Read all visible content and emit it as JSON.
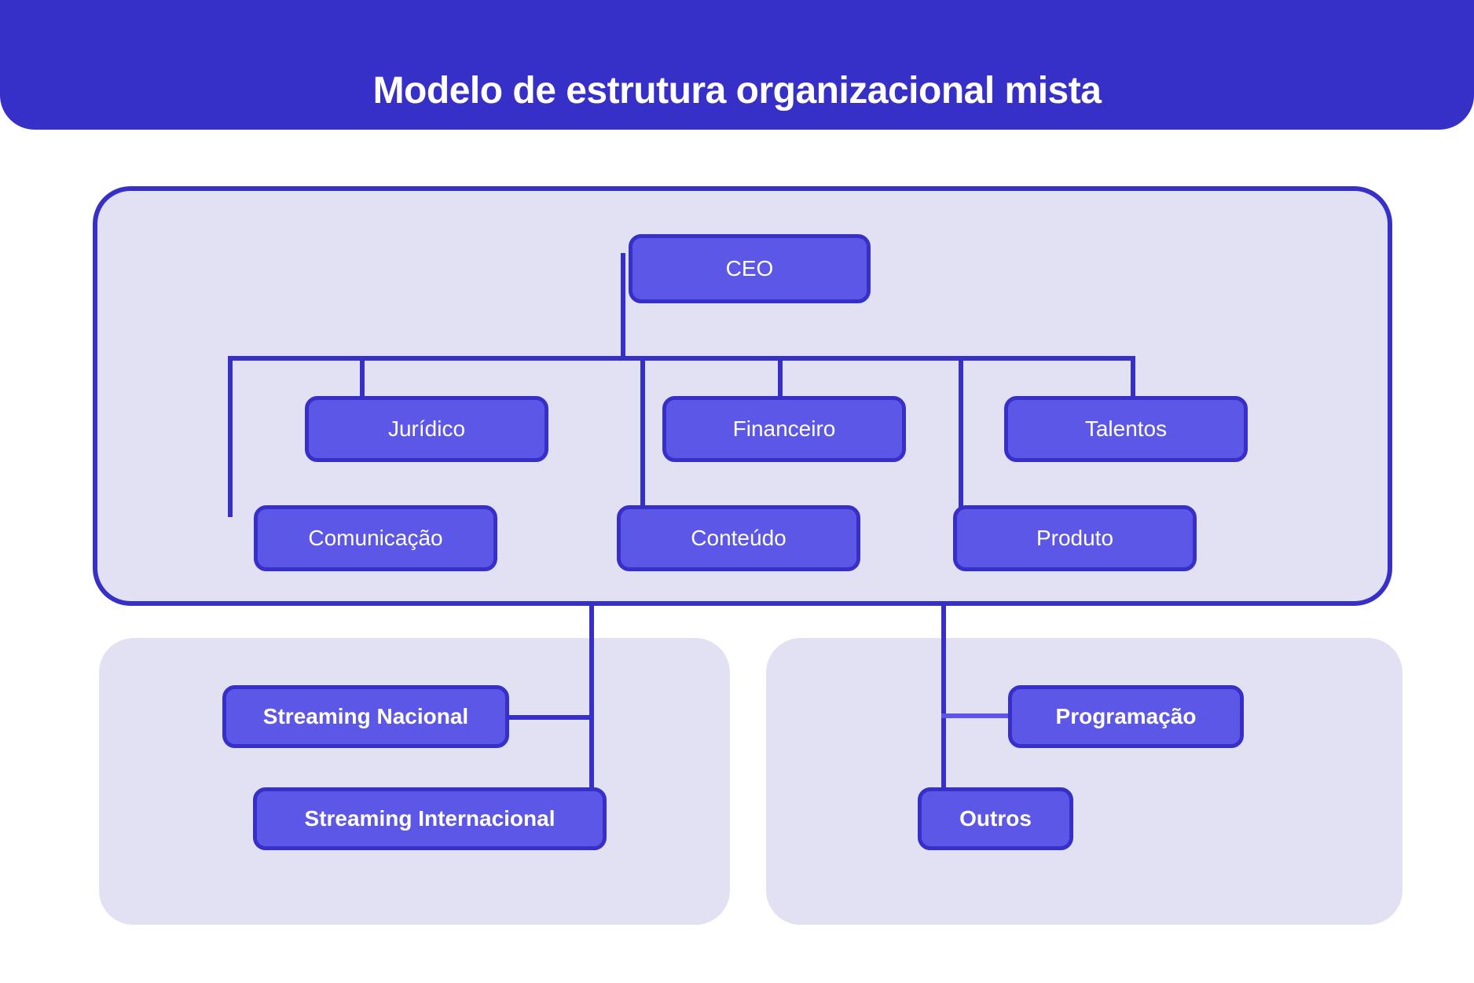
{
  "header": {
    "title": "Modelo de estrutura organizacional mista"
  },
  "colors": {
    "banner_bg": "#3730C8",
    "panel_bg": "#E2E1F4",
    "node_fill": "#5D57E8",
    "node_border": "#3730C8",
    "connector": "#3730C8",
    "connector_light": "#5D57E8",
    "text_on_node": "#FFFFFF",
    "page_bg": "#FFFFFF"
  },
  "chart_data": {
    "type": "diagram",
    "diagram_kind": "organizational-chart",
    "title": "Modelo de estrutura organizacional mista",
    "nodes": [
      {
        "id": "ceo",
        "label": "CEO",
        "group": "main",
        "level": 0
      },
      {
        "id": "juridico",
        "label": "Jurídico",
        "group": "main",
        "level": 1
      },
      {
        "id": "financeiro",
        "label": "Financeiro",
        "group": "main",
        "level": 1
      },
      {
        "id": "talentos",
        "label": "Talentos",
        "group": "main",
        "level": 1
      },
      {
        "id": "comunicacao",
        "label": "Comunicação",
        "group": "main",
        "level": 2
      },
      {
        "id": "conteudo",
        "label": "Conteúdo",
        "group": "main",
        "level": 2
      },
      {
        "id": "produto",
        "label": "Produto",
        "group": "main",
        "level": 2
      },
      {
        "id": "streaming-nacional",
        "label": "Streaming Nacional",
        "group": "lower-left",
        "level": 3
      },
      {
        "id": "streaming-internacional",
        "label": "Streaming Internacional",
        "group": "lower-left",
        "level": 3
      },
      {
        "id": "programacao",
        "label": "Programação",
        "group": "lower-right",
        "level": 3
      },
      {
        "id": "outros",
        "label": "Outros",
        "group": "lower-right",
        "level": 3
      }
    ],
    "edges": [
      {
        "from": "ceo",
        "to": "juridico"
      },
      {
        "from": "ceo",
        "to": "financeiro"
      },
      {
        "from": "ceo",
        "to": "talentos"
      },
      {
        "from": "ceo",
        "to": "comunicacao"
      },
      {
        "from": "ceo",
        "to": "conteudo"
      },
      {
        "from": "ceo",
        "to": "produto"
      },
      {
        "from": "main-group",
        "to": "streaming-nacional"
      },
      {
        "from": "main-group",
        "to": "streaming-internacional"
      },
      {
        "from": "main-group",
        "to": "programacao"
      },
      {
        "from": "main-group",
        "to": "outros"
      }
    ],
    "groups": [
      {
        "id": "main",
        "label": ""
      },
      {
        "id": "lower-left",
        "label": ""
      },
      {
        "id": "lower-right",
        "label": ""
      }
    ]
  }
}
